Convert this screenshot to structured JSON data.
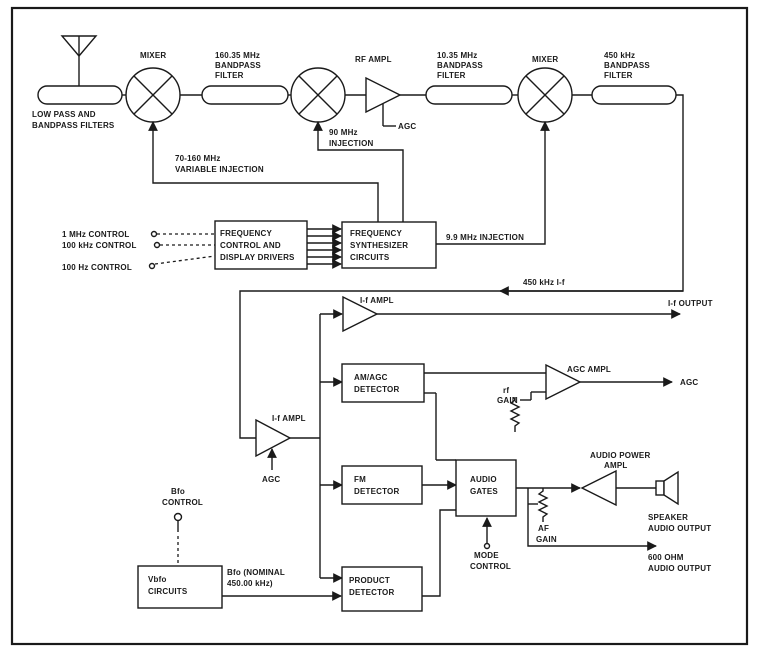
{
  "labels": {
    "filters1": "LOW PASS AND",
    "filters2": "BANDPASS FILTERS",
    "mixer1": "MIXER",
    "bp1a": "160.35 MHz",
    "bp1b": "BANDPASS",
    "bp1c": "FILTER",
    "rf_ampl": "RF AMPL",
    "agc_rf": "AGC",
    "bp2a": "10.35 MHz",
    "bp2b": "BANDPASS",
    "bp2c": "FILTER",
    "mixer2": "MIXER",
    "bp3a": "450 kHz",
    "bp3b": "BANDPASS",
    "bp3c": "FILTER",
    "inj90a": "90 MHz",
    "inj90b": "INJECTION",
    "var_inj1": "70-160 MHz",
    "var_inj2": "VARIABLE INJECTION",
    "ctrl_1mhz": "1 MHz CONTROL",
    "ctrl_100khz": "100 kHz CONTROL",
    "ctrl_100hz": "100 Hz CONTROL",
    "fc1": "FREQUENCY",
    "fc2": "CONTROL AND",
    "fc3": "DISPLAY DRIVERS",
    "fs1": "FREQUENCY",
    "fs2": "SYNTHESIZER",
    "fs3": "CIRCUITS",
    "inj99": "9.9 MHz INJECTION",
    "if450": "450 kHz I-f",
    "if_ampl_top": "I-f AMPL",
    "if_output": "I-f OUTPUT",
    "amagc1": "AM/AGC",
    "amagc2": "DETECTOR",
    "agc_ampl": "AGC AMPL",
    "agc_out": "AGC",
    "rf_gain1": "rf",
    "rf_gain2": "GAIN",
    "if_ampl_mid": "I-f AMPL",
    "agc_if": "AGC",
    "fm1": "FM",
    "fm2": "DETECTOR",
    "ag1": "AUDIO",
    "ag2": "GATES",
    "ap1": "AUDIO POWER",
    "ap2": "AMPL",
    "speaker1": "SPEAKER",
    "speaker2": "AUDIO OUTPUT",
    "af1": "AF",
    "af2": "GAIN",
    "mode1": "MODE",
    "mode2": "CONTROL",
    "ohm1": "600 OHM",
    "ohm2": "AUDIO OUTPUT",
    "bfoctl1": "Bfo",
    "bfoctl2": "CONTROL",
    "bfo1": "Vbfo",
    "bfo2": "CIRCUITS",
    "bfonom1": "Bfo  (NOMINAL",
    "bfonom2": "450.00 kHz)",
    "pd1": "PRODUCT",
    "pd2": "DETECTOR"
  }
}
